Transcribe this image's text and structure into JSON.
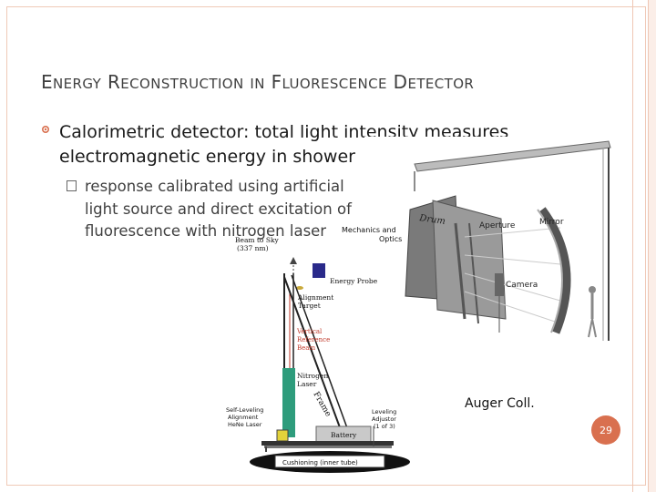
{
  "title": {
    "w1_cap": "E",
    "w1_rest": "NERGY",
    "w2_cap": "R",
    "w2_rest": "ECONSTRUCTION",
    "w3": "IN",
    "w4_cap": "F",
    "w4_rest": "LUORESCENCE",
    "w5_cap": "D",
    "w5_rest": "ETECTOR"
  },
  "bullets": {
    "main": "Calorimetric detector: total light intensity measures electromagnetic energy in shower",
    "sub": "response calibrated using artificial light source and direct excitation of fluorescence with nitrogen laser"
  },
  "photo_labels": {
    "drum": "Drum",
    "aperture": "Aperture",
    "mirror": "Mirror",
    "camera": "Camera"
  },
  "diagram_labels": {
    "beam_to_sky_1": "Beam to Sky",
    "beam_to_sky_2": "(337 nm)",
    "mechanics_1": "Mechanics and",
    "mechanics_2": "Optics",
    "energy_probe": "Energy Probe",
    "alignment_1": "Alignment",
    "alignment_2": "Target",
    "vertical_1": "Vertical",
    "vertical_2": "Reference",
    "vertical_3": "Beam",
    "nitrogen_1": "Nitrogen",
    "nitrogen_2": "Laser",
    "frame": "Frame",
    "self_level_1": "Self-Leveling",
    "self_level_2": "Alignment",
    "self_level_3": "HeNe Laser",
    "leveling_1": "Leveling",
    "leveling_2": "Adjustor",
    "leveling_3": "(1 of 3)",
    "battery": "Battery",
    "cushioning": "Cushioning (inner tube)"
  },
  "credit": "Auger Coll.",
  "page_number": "29",
  "colors": {
    "accent": "#d9704f",
    "frame": "#f0c9b7",
    "laser_green": "#2e9c7c",
    "probe_blue": "#2a2a8a"
  }
}
